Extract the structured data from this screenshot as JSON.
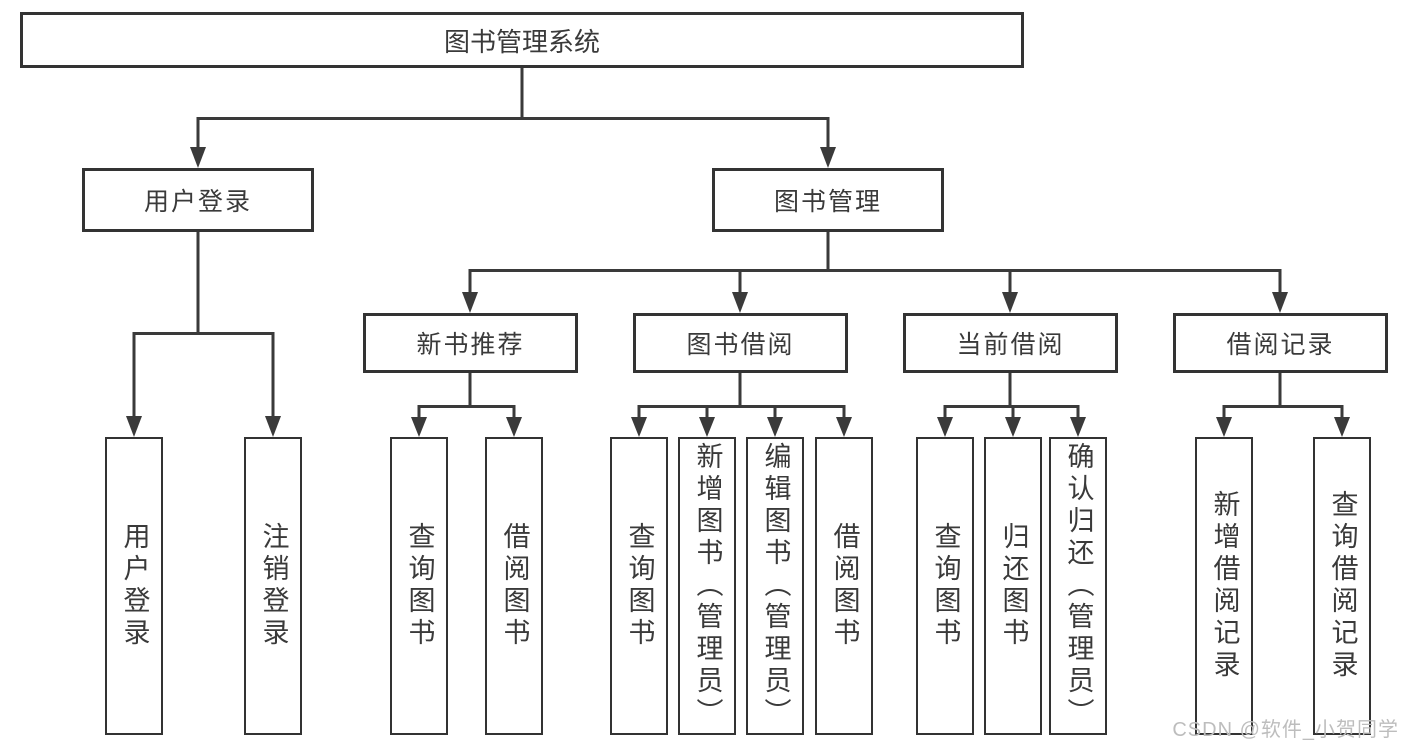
{
  "tree": {
    "root": {
      "label": "图书管理系统"
    },
    "level2": [
      {
        "label": "用户登录"
      },
      {
        "label": "图书管理"
      }
    ],
    "level3": [
      {
        "label": "新书推荐"
      },
      {
        "label": "图书借阅"
      },
      {
        "label": "当前借阅"
      },
      {
        "label": "借阅记录"
      }
    ],
    "leaves": {
      "user_login": [
        {
          "label": "用户登录"
        },
        {
          "label": "注销登录"
        }
      ],
      "new_book_recommend": [
        {
          "label": "查询图书"
        },
        {
          "label": "借阅图书"
        }
      ],
      "book_borrow": [
        {
          "label": "查询图书"
        },
        {
          "label": "新增图书（管理员）"
        },
        {
          "label": "编辑图书（管理员）"
        },
        {
          "label": "借阅图书"
        }
      ],
      "current_borrow": [
        {
          "label": "查询图书"
        },
        {
          "label": "归还图书"
        },
        {
          "label": "确认归还（管理员）"
        }
      ],
      "borrow_record": [
        {
          "label": "新增借阅记录"
        },
        {
          "label": "查询借阅记录"
        }
      ]
    }
  },
  "watermark": {
    "text": "CSDN @软件_小贺同学"
  },
  "colors": {
    "line": "#3a3a3a",
    "box_border": "#333333",
    "box_fill": "#ffffff",
    "text": "#3a3a3a",
    "watermark": "#bdbdbd",
    "background": "#ffffff"
  }
}
